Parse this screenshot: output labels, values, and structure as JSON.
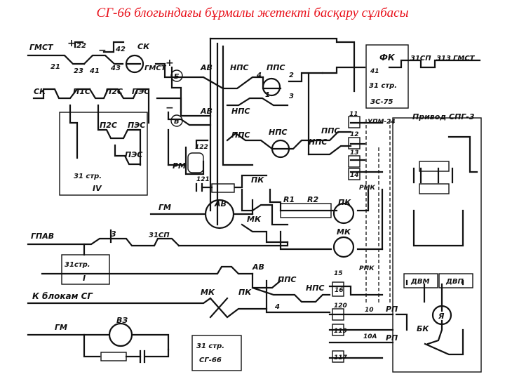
{
  "title": "СГ-66 блогындағы бұрмалы жетекті басқару сұлбасы",
  "labels": {
    "gmst_left": "ГМСТ",
    "plus_top": "+",
    "c22": "22",
    "c42": "42",
    "minus_top": "−",
    "sk_top": "СК",
    "gmst_mid": "ГМСТ",
    "plus_mid": "+",
    "n21": "21",
    "n23": "23",
    "n41": "41",
    "n43": "43",
    "circle_b_top": "Б",
    "circle_b_bot": "В",
    "minus_mid": "−",
    "av_1": "АВ",
    "av_2": "АВ",
    "nps_1": "НПС",
    "nps_2": "НПС",
    "pps_1": "ППС",
    "pps_2": "ППС",
    "n4": "4",
    "n2": "2",
    "n1": "1",
    "n3": "3",
    "fk": "ФК",
    "n31sp_top": "31СП",
    "n313": "313",
    "gmst_right": "ГМСТ",
    "n41_fk": "41",
    "str31_fk": "31 стр.",
    "zs75": "ЗС-75",
    "sk_left": "СК",
    "p1s": "П1С",
    "p2s_top": "П2С",
    "pes_top": "ПЭС",
    "p2s_mid": "П2С",
    "pes_mid": "ПЭС",
    "pes_bot": "ПЭС",
    "nps_3": "НПС",
    "pps_3": "ППС",
    "nps_4": "НПС",
    "n11": "11",
    "n12": "12",
    "n13": "13",
    "n14": "14",
    "upm24": "УПМ-24",
    "privod": "Привод СПГ-3",
    "n122": "122",
    "rm": "РМ",
    "str31_a": "31 стр.",
    "roman_iv": "IV",
    "n121": "121",
    "pk_1": "ПК",
    "gm_1": "ГМ",
    "av_3": "АВ",
    "mk_1": "МК",
    "r1": "R1",
    "r2": "R2",
    "pk_2": "ПК",
    "mk_2": "МК",
    "rmk": "РМК",
    "gpav": "ГПАВ",
    "n3_contact": "3",
    "n31sp_mid": "31СП",
    "str31_b": "31стр.",
    "roman_i": "I",
    "av_4": "АВ",
    "rpk": "РПК",
    "n15": "15",
    "pps_4": "ППС",
    "nps_5": "НПС",
    "n16": "16",
    "n4_bot": "4",
    "k_blokam": "К блокам СГ",
    "mk_3": "МК",
    "pk_3": "ПК",
    "n120": "120",
    "n10": "10",
    "rp_1": "РП",
    "rp_2": "РП",
    "n10a": "10А",
    "n119": "119",
    "n117": "117",
    "dvm": "ДВМ",
    "dvp": "ДВП",
    "ya": "Я",
    "bk": "БК",
    "gm_2": "ГМ",
    "v3": "ВЗ",
    "str31_c": "31 стр.",
    "sg66": "СГ-66"
  }
}
